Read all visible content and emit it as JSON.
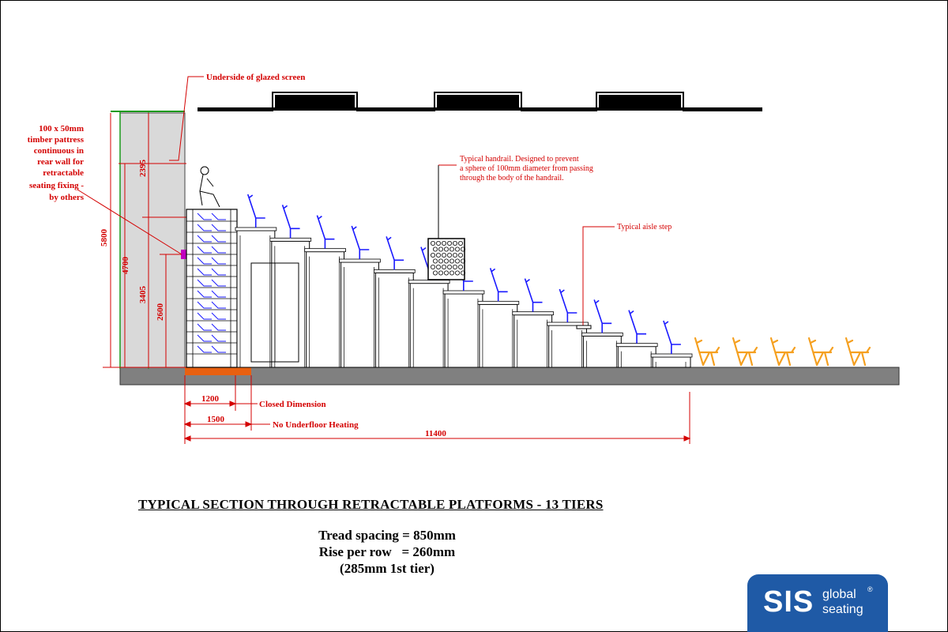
{
  "labels": {
    "glazed_screen": "Underside of glazed screen",
    "timber_pattress": [
      "100 x 50mm",
      "timber pattress",
      "continuous in",
      "rear wall for",
      "retractable",
      "seating fixing -",
      "by others"
    ],
    "handrail_note": [
      "Typical handrail. Designed to prevent",
      "a sphere of 100mm diameter from passing",
      "through the body of the handrail."
    ],
    "aisle_step": "Typical aisle step",
    "closed_dimension": "Closed Dimension",
    "no_underfloor_heating": "No Underfloor Heating"
  },
  "dimensions": {
    "d5800": "5800",
    "d4700": "4700",
    "d2395": "2395",
    "d3405": "3405",
    "d2600": "2600",
    "d1200": "1200",
    "d1500": "1500",
    "d11400": "11400"
  },
  "title": "TYPICAL SECTION THROUGH RETRACTABLE PLATFORMS  - 13 TIERS",
  "notes": [
    "Tread spacing = 850mm",
    "Rise per row   = 260mm",
    "(285mm 1st tier)"
  ],
  "logo": {
    "mark": "SIS",
    "line1": "global",
    "line2": "seating",
    "reg": "®"
  },
  "colors": {
    "annotation": "#d40000",
    "seat": "#1a1aff",
    "loose_chair": "#f5a020",
    "wall": "#d9d9d9",
    "floor": "#808080",
    "logo_bg": "#1f5aa6"
  },
  "tiers": 13
}
